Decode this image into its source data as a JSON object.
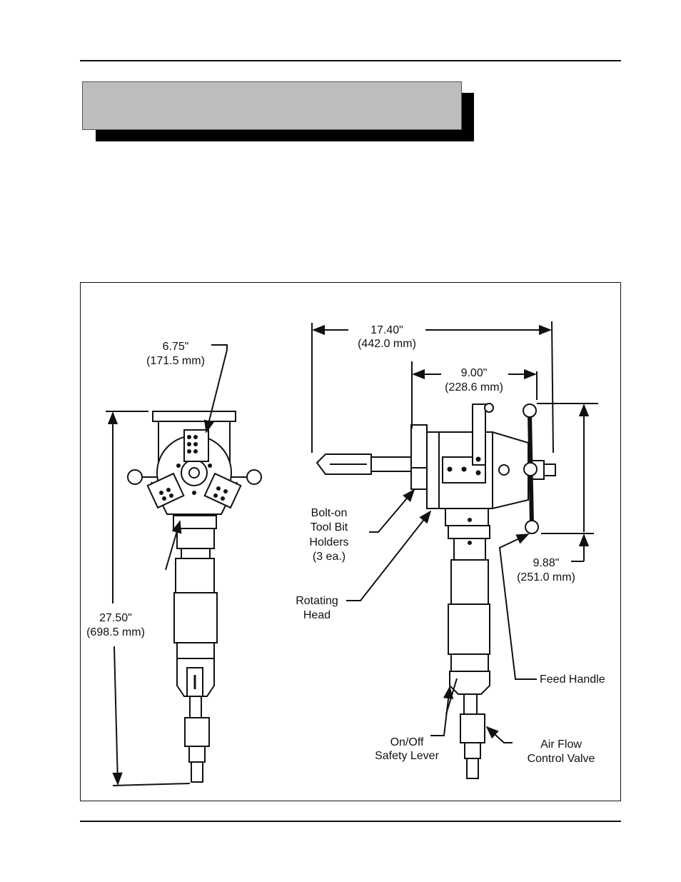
{
  "title_bar": {
    "fill": "#bdbdbd",
    "shadow": "#000000"
  },
  "dimensions": {
    "front_width": {
      "value": "6.75\"",
      "metric": "(171.5 mm)"
    },
    "overall_height": {
      "value": "27.50\"",
      "metric": "(698.5 mm)"
    },
    "overall_length": {
      "value": "17.40\"",
      "metric": "(442.0 mm)"
    },
    "body_length": {
      "value": "9.00\"",
      "metric": "(228.6 mm)"
    },
    "handle_height": {
      "value": "9.88\"",
      "metric": "(251.0 mm)"
    }
  },
  "callouts": {
    "tool_bit_holders": [
      "Bolt-on",
      "Tool Bit",
      "Holders",
      "(3 ea.)"
    ],
    "rotating_head": [
      "Rotating",
      "Head"
    ],
    "feed_handle": "Feed Handle",
    "safety_lever": [
      "On/Off",
      "Safety Lever"
    ],
    "air_valve": [
      "Air Flow",
      "Control Valve"
    ]
  }
}
